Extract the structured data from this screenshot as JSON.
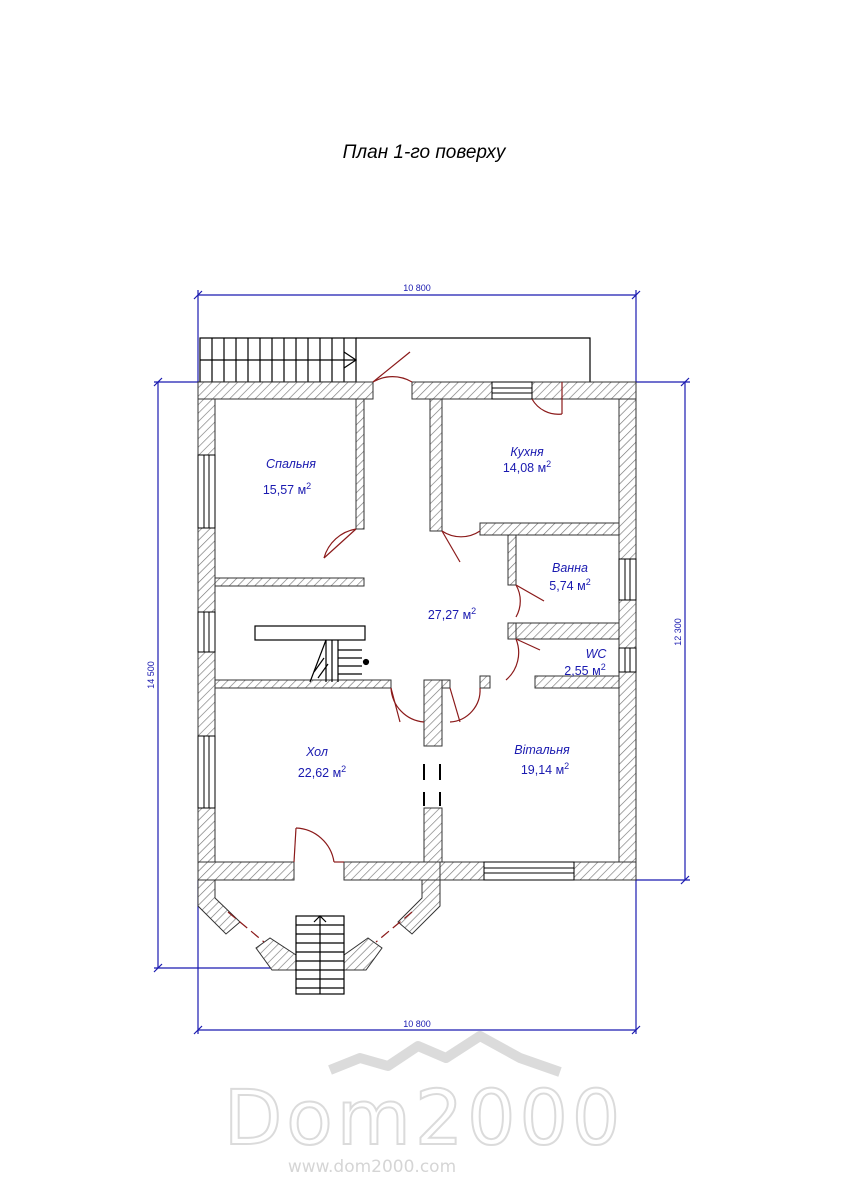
{
  "title": "План 1-го поверху",
  "dimensions": {
    "top_width": "10 800",
    "bottom_width": "10 800",
    "left_height": "14 500",
    "right_height": "12 300"
  },
  "rooms": [
    {
      "id": "bedroom",
      "name": "Спальня",
      "area": "15,57 м",
      "sup": "2"
    },
    {
      "id": "kitchen",
      "name": "Кухня",
      "area": "14,08 м",
      "sup": "2"
    },
    {
      "id": "bath",
      "name": "Ванна",
      "area": "5,74 м",
      "sup": "2"
    },
    {
      "id": "wc",
      "name": "WC",
      "area": "2,55 м",
      "sup": "2"
    },
    {
      "id": "corridor",
      "name": "",
      "area": "27,27 м",
      "sup": "2"
    },
    {
      "id": "hall",
      "name": "Хол",
      "area": "22,62 м",
      "sup": "2"
    },
    {
      "id": "living",
      "name": "Вітальня",
      "area": "19,14 м",
      "sup": "2"
    }
  ],
  "colors": {
    "wall": "#666666",
    "label": "#1a1ab0",
    "door": "#8b1a1a",
    "dimension": "#1a1ab0"
  },
  "watermark": {
    "logo": "Dom2000",
    "url": "www.dom2000.com"
  }
}
